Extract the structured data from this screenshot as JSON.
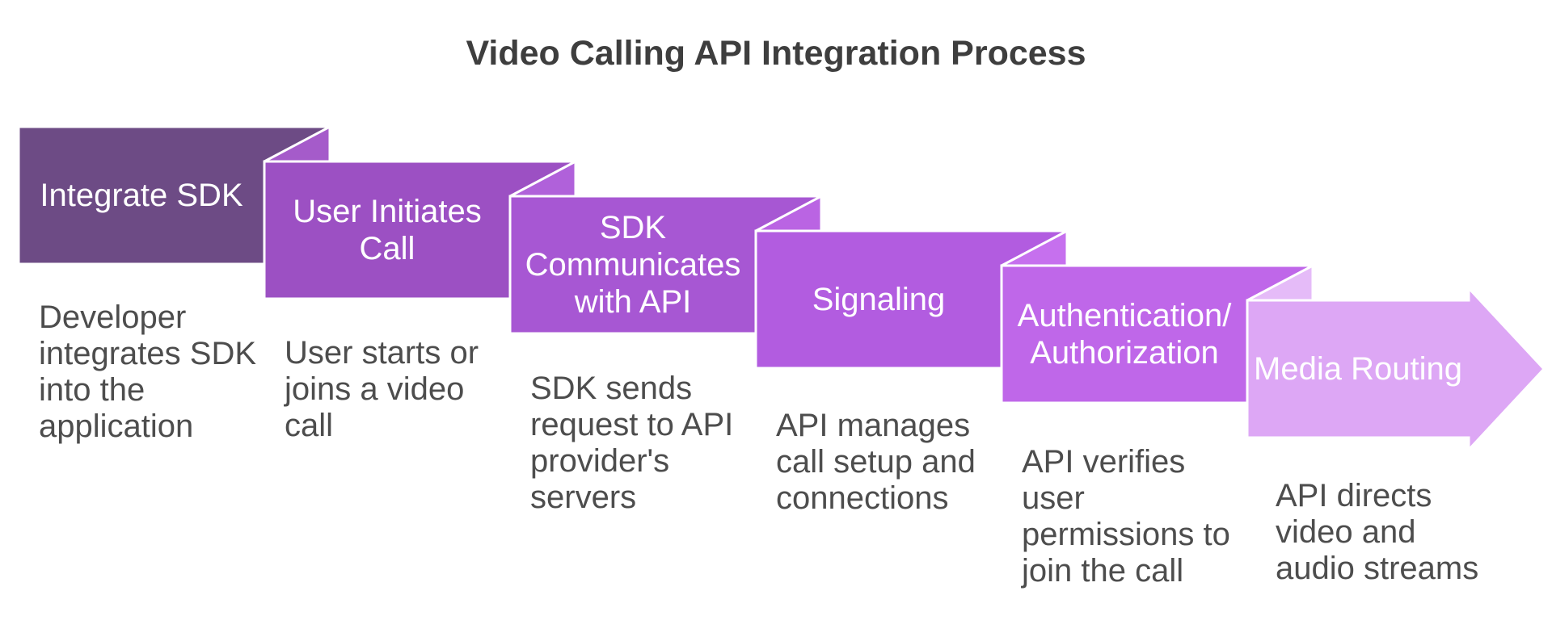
{
  "title": {
    "text": "Video Calling API Integration Process",
    "color": "#3e3e3e"
  },
  "text_colors": {
    "description": "#4d4d4d",
    "step_label": "#ffffff"
  },
  "outline_color": "#ffffff",
  "background_color": "#ffffff",
  "steps": [
    {
      "label": "Integrate SDK",
      "description": "Developer\nintegrates SDK\ninto the\napplication",
      "fill": "#6d4b85"
    },
    {
      "label": "User Initiates\nCall",
      "description": "User starts or\njoins a video\ncall",
      "fill": "#9c50c3",
      "fold_fill": "#a55bca"
    },
    {
      "label": "SDK\nCommunicates\nwith API",
      "description": "SDK sends\nrequest to API\nprovider's\nservers",
      "fill": "#a757d3",
      "fold_fill": "#b061da"
    },
    {
      "label": "Signaling",
      "description": "API manages\ncall setup and\nconnections",
      "fill": "#b25ce0",
      "fold_fill": "#ba64e3"
    },
    {
      "label": "Authentication/\nAuthorization",
      "description": "API verifies\nuser\npermissions to\njoin the call",
      "fill": "#bf67e9",
      "fold_fill": "#c670ee"
    },
    {
      "label": "Media Routing",
      "description": "API directs\nvideo and\naudio streams",
      "fill": "#dda7f5",
      "fold_fill": "#e5bbf8",
      "shape": "arrow"
    }
  ]
}
